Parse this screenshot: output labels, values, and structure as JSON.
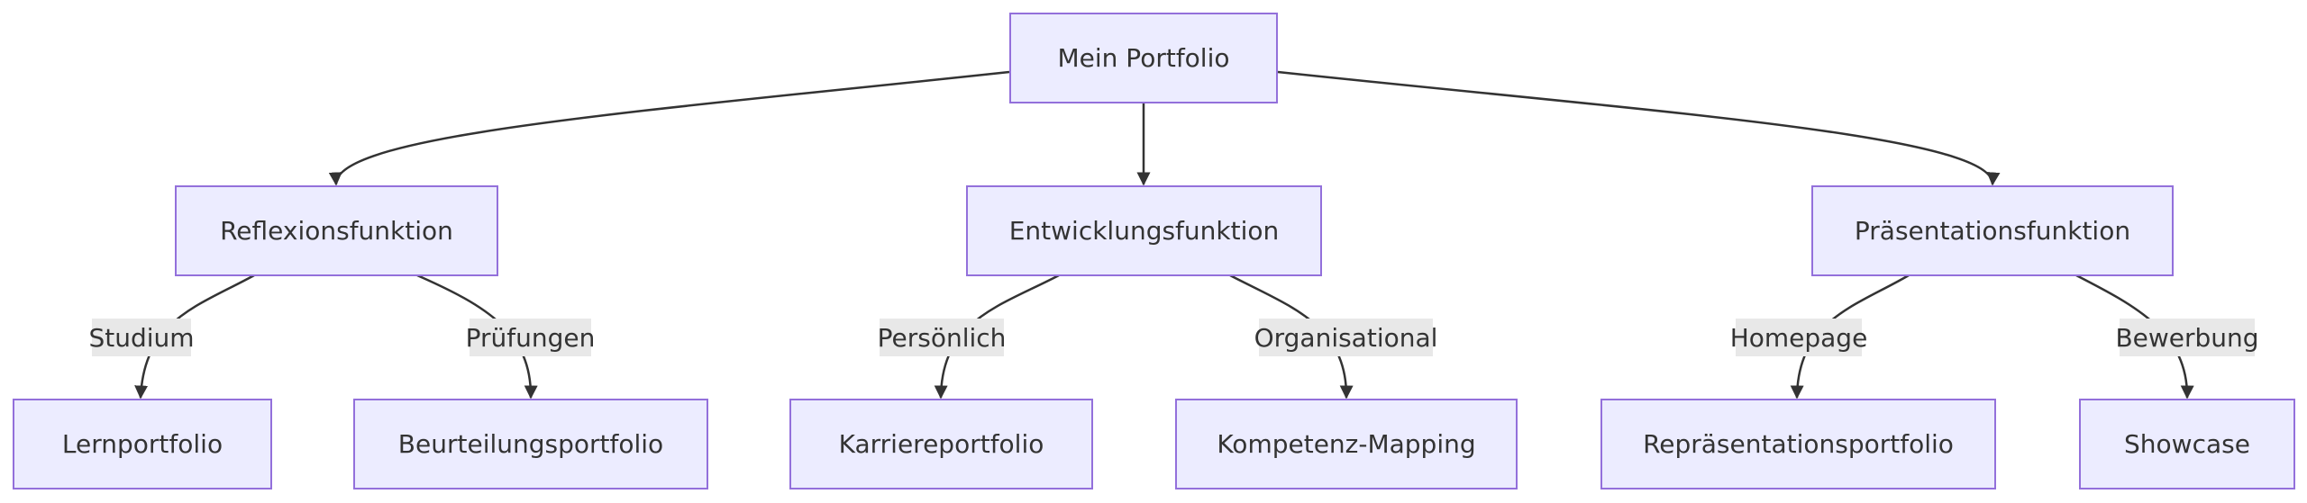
{
  "diagram": {
    "nodes": {
      "root": "Mein Portfolio",
      "reflexion": "Reflexionsfunktion",
      "entwicklung": "Entwicklungsfunktion",
      "praesentation": "Präsentationsfunktion",
      "lernportfolio": "Lernportfolio",
      "beurteilungsportfolio": "Beurteilungsportfolio",
      "karriereportfolio": "Karriereportfolio",
      "kompetenz_mapping": "Kompetenz-Mapping",
      "repraesentationsportfolio": "Repräsentationsportfolio",
      "showcase": "Showcase"
    },
    "edge_labels": {
      "studium": "Studium",
      "pruefungen": "Prüfungen",
      "persoenlich": "Persönlich",
      "organisational": "Organisational",
      "homepage": "Homepage",
      "bewerbung": "Bewerbung"
    },
    "colors": {
      "node_fill": "#ECECFF",
      "node_border": "#9370DB",
      "edge_stroke": "#333333",
      "label_background": "#e8e8e8",
      "text": "#333333"
    }
  }
}
